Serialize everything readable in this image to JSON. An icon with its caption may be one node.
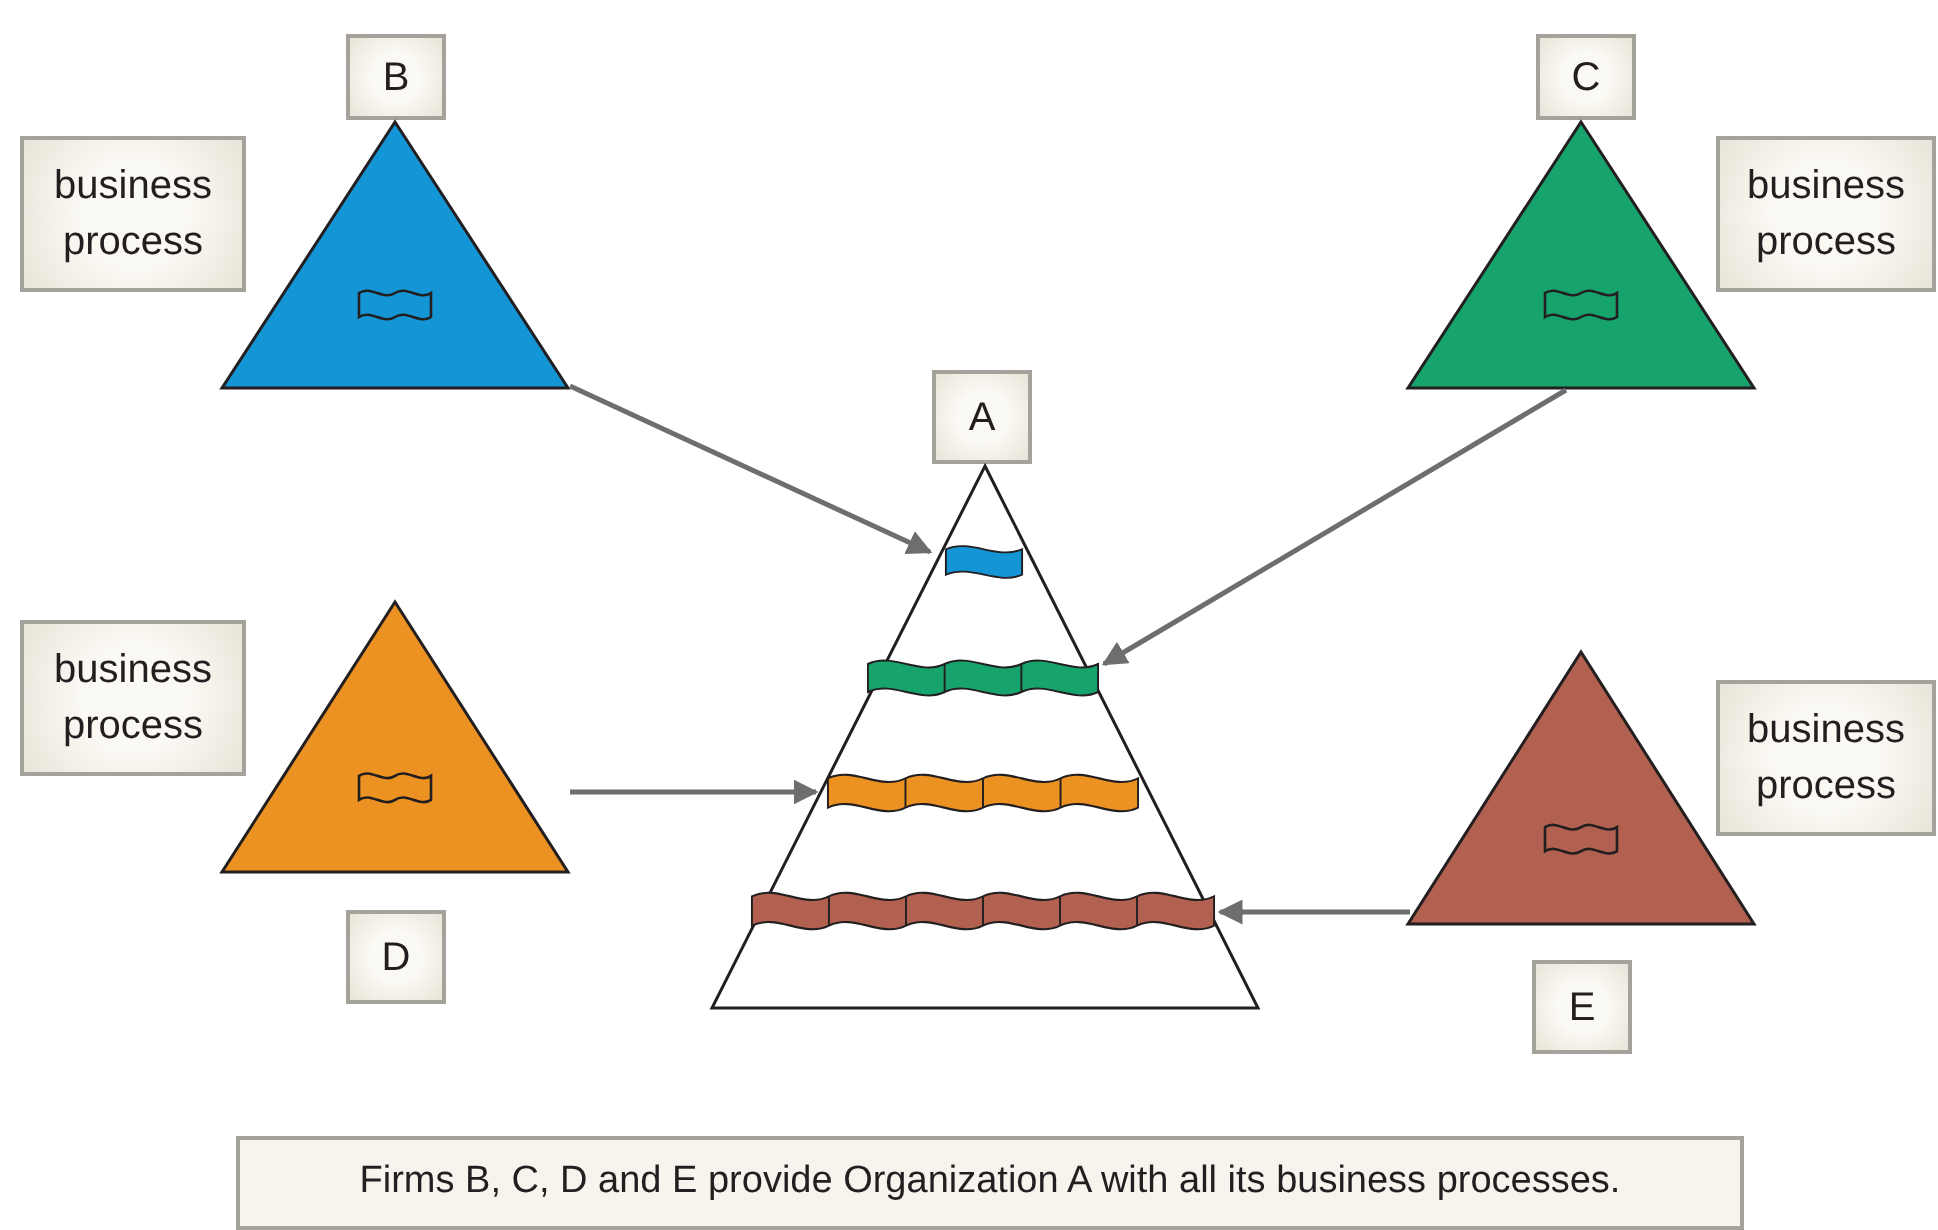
{
  "diagram": {
    "caption": "Firms B, C, D and E provide Organization A with all its business processes.",
    "nodes": [
      {
        "text": [
          "B"
        ]
      },
      {
        "text": [
          "business process"
        ]
      },
      {
        "text": [],
        "shape": "triangle"
      },
      {
        "text": [
          "C"
        ]
      },
      {
        "text": [
          "business process"
        ]
      },
      {
        "text": [],
        "shape": "triangle"
      },
      {
        "text": [
          "A"
        ]
      },
      {
        "text": [],
        "shape": "triangle"
      },
      {
        "text": [],
        "shape": "flag",
        "in": 7
      },
      {
        "text": [],
        "shape": "flag",
        "in": 7
      },
      {
        "text": [],
        "shape": "flag",
        "in": 7
      },
      {
        "text": [],
        "shape": "flag",
        "in": 7
      },
      {
        "text": [
          "business process"
        ]
      },
      {
        "text": [],
        "shape": "triangle"
      },
      {
        "text": [
          "D"
        ]
      },
      {
        "text": [
          "business process"
        ]
      },
      {
        "text": [],
        "shape": "triangle"
      },
      {
        "text": [
          "E"
        ]
      }
    ],
    "edges": [
      {
        "from": 2,
        "to": 8,
        "arrow": "to"
      },
      {
        "from": 5,
        "to": 9,
        "arrow": "to"
      },
      {
        "from": 13,
        "to": 10,
        "arrow": "to"
      },
      {
        "from": 16,
        "to": 11,
        "arrow": "to"
      }
    ]
  }
}
